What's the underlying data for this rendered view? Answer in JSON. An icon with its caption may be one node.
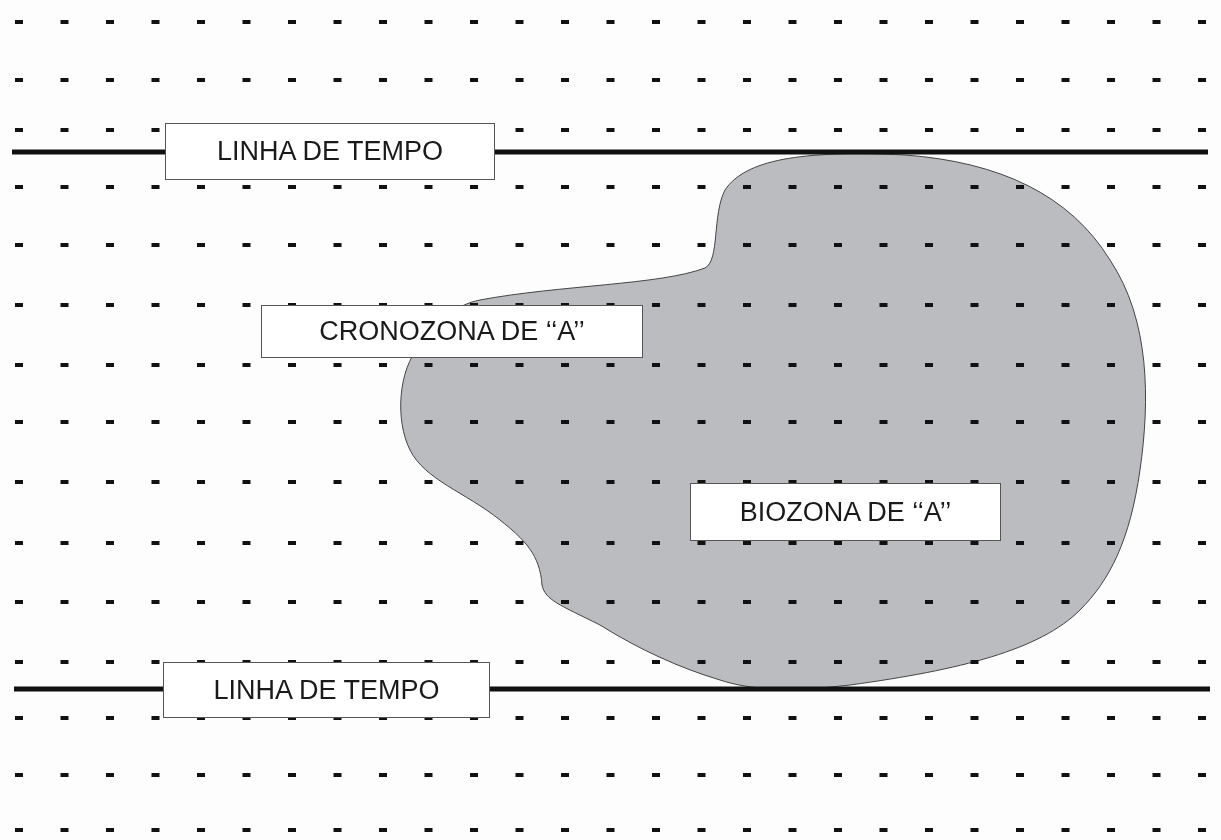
{
  "diagram": {
    "nodes": [
      {
        "text": [
          "LINHA DE TEMPO"
        ]
      },
      {
        "text": [
          "CRONOZONA DE ‘‘A’’"
        ]
      },
      {
        "text": [
          "BIOZONA DE ‘‘A’’"
        ]
      },
      {
        "text": [
          "LINHA DE TEMPO"
        ]
      }
    ]
  }
}
